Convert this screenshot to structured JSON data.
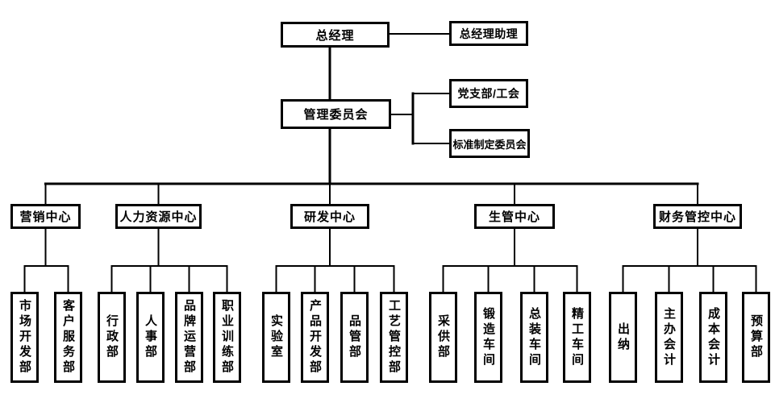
{
  "org": {
    "root": "总经理",
    "assistant": "总经理助理",
    "committee": "管理委员会",
    "committee_affiliates": [
      "党支部/工会",
      "标准制定委员会"
    ],
    "centers": [
      {
        "label": "营销中心",
        "children": [
          "市场开发部",
          "客户服务部"
        ]
      },
      {
        "label": "人力资源中心",
        "children": [
          "行政部",
          "人事部",
          "品牌运营部",
          "职业训练部"
        ]
      },
      {
        "label": "研发中心",
        "children": [
          "实验室",
          "产品开发部",
          "品管部",
          "工艺管控部"
        ]
      },
      {
        "label": "生管中心",
        "children": [
          "采供部",
          "锻造车间",
          "总装车间",
          "精工车间"
        ]
      },
      {
        "label": "财务管控中心",
        "children": [
          "出纳",
          "主办会计",
          "成本会计",
          "预算部"
        ]
      }
    ],
    "colors": {
      "line": "#000000",
      "box_background": "#ffffff",
      "text": "#000000"
    }
  }
}
